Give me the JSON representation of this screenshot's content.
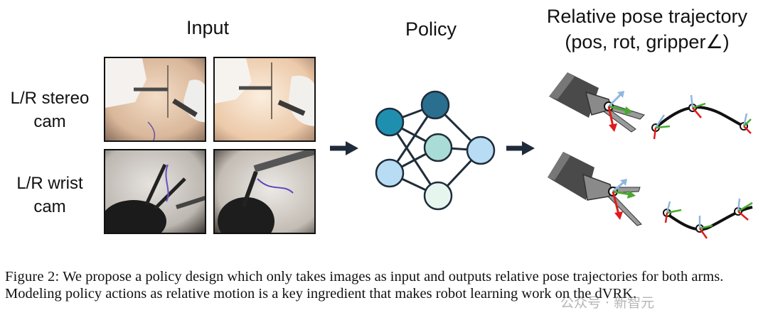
{
  "headers": {
    "input": "Input",
    "policy": "Policy",
    "output_line1": "Relative pose trajectory",
    "output_line2": "(pos, rot, gripper∠)"
  },
  "rows": {
    "stereo_line1": "L/R stereo",
    "stereo_line2": "cam",
    "wrist_line1": "L/R wrist",
    "wrist_line2": "cam"
  },
  "caption": {
    "label": "Figure 2:",
    "text": "We propose a policy design which only takes images as input and outputs relative pose trajectories for both arms. Modeling policy actions as relative motion is a key ingredient that makes robot learning work on the dVRK."
  },
  "watermark": "公众号 · 新智元",
  "colors": {
    "node_dark": "#2a6f8f",
    "node_teal": "#1f8fb0",
    "node_mint": "#a9dcd6",
    "node_light": "#b9dcf5",
    "node_pale": "#e6f5ee",
    "arrow": "#1f2a3a",
    "axis_red": "#e01b1b",
    "axis_green": "#4aa832",
    "axis_blue": "#8fb6e0"
  },
  "icons": [
    "right-arrow-icon",
    "neural-network-icon",
    "gripper-icon",
    "pose-axis-icon"
  ]
}
